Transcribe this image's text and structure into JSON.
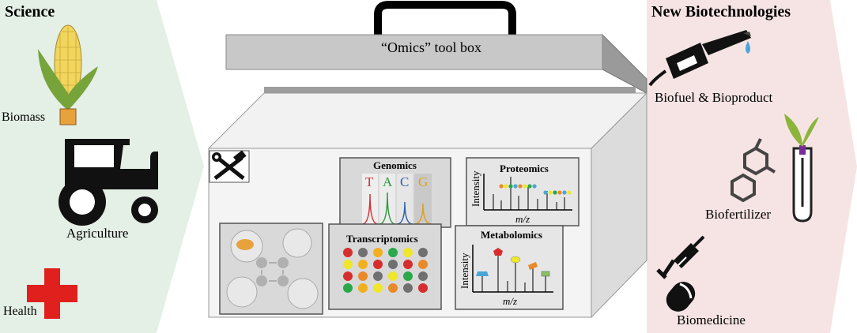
{
  "left_panel": {
    "title": "Science",
    "items": [
      {
        "label": "Biomass",
        "icon": "corn-icon"
      },
      {
        "label": "Agriculture",
        "icon": "tractor-icon"
      },
      {
        "label": "Health",
        "icon": "red-cross-icon"
      }
    ],
    "color": "#e4efe6"
  },
  "right_panel": {
    "title": "New Biotechnologies",
    "items": [
      {
        "label": "Biofuel & Bioproduct",
        "icon": "fuel-nozzle-icon"
      },
      {
        "label": "Biofertilizer",
        "icon": "test-tube-plant-icon"
      },
      {
        "label": "Biomedicine",
        "icon": "syringe-pill-icon"
      }
    ],
    "color": "#f6e4e4"
  },
  "toolbox": {
    "label": "“Omics” tool box",
    "tools_icon": "hammer-wrench-icon",
    "cards": {
      "genomics": {
        "title": "Genomics",
        "bases": [
          "T",
          "A",
          "C",
          "G"
        ],
        "base_colors": [
          "#d62e2e",
          "#2e9a3c",
          "#2f5fb0",
          "#e0a020"
        ]
      },
      "proteomics": {
        "title": "Proteomics",
        "y_label": "Intensity",
        "x_label": "m/z"
      },
      "transcriptomics": {
        "title": "Transcriptomics",
        "dot_colors": [
          "#d62e2e",
          "#707070",
          "#f2b01e",
          "#2aa84a",
          "#f0e62a",
          "#e98a2a"
        ]
      },
      "metabolomics": {
        "title": "Metabolomics",
        "y_label": "Intensity",
        "x_label": "m/z"
      }
    }
  }
}
